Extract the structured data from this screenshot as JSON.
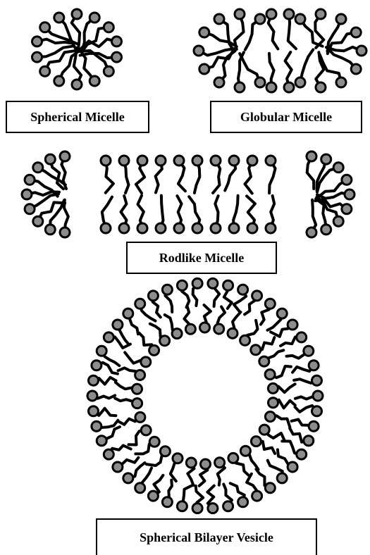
{
  "labels": {
    "spherical": "Spherical Micelle",
    "globular": "Globular Micelle",
    "rodlike": "Rodlike Micelle",
    "vesicle": "Spherical Bilayer Vesicle"
  },
  "colors": {
    "head_fill": "#8c8c8c",
    "outline": "#000000",
    "background": "#ffffff"
  }
}
